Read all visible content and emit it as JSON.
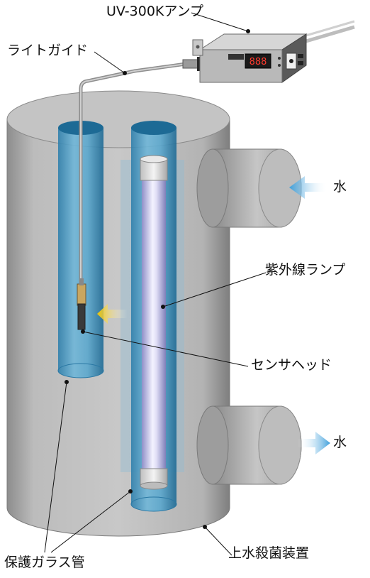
{
  "labels": {
    "amp": "UV-300Kアンプ",
    "light_guide": "ライトガイド",
    "uv_lamp": "紫外線ランプ",
    "sensor_head": "センサヘッド",
    "protective_tube": "保護ガラス管",
    "sterilizer": "上水殺菌装置",
    "water_in": "水",
    "water_out": "水"
  },
  "amp_display": "888",
  "colors": {
    "tank": "#bdbdbd",
    "tube": "#3f8fb8",
    "lamp": "#c9c6ea",
    "arrow_water": "#4aa6dd",
    "arrow_light": "#f2c500"
  }
}
